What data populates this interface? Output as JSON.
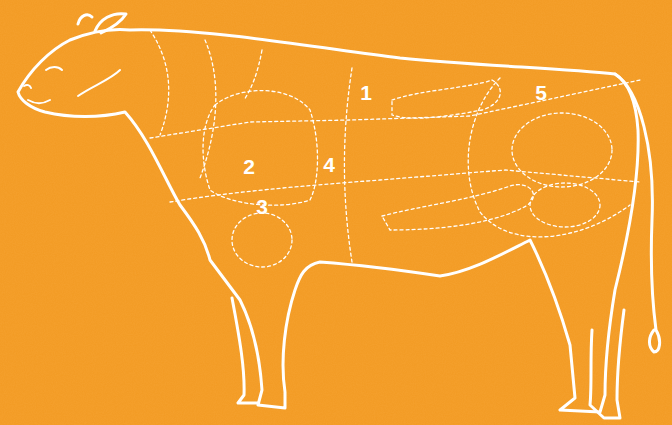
{
  "diagram": {
    "labels": [
      "1",
      "5",
      "2",
      "4",
      "3"
    ]
  }
}
